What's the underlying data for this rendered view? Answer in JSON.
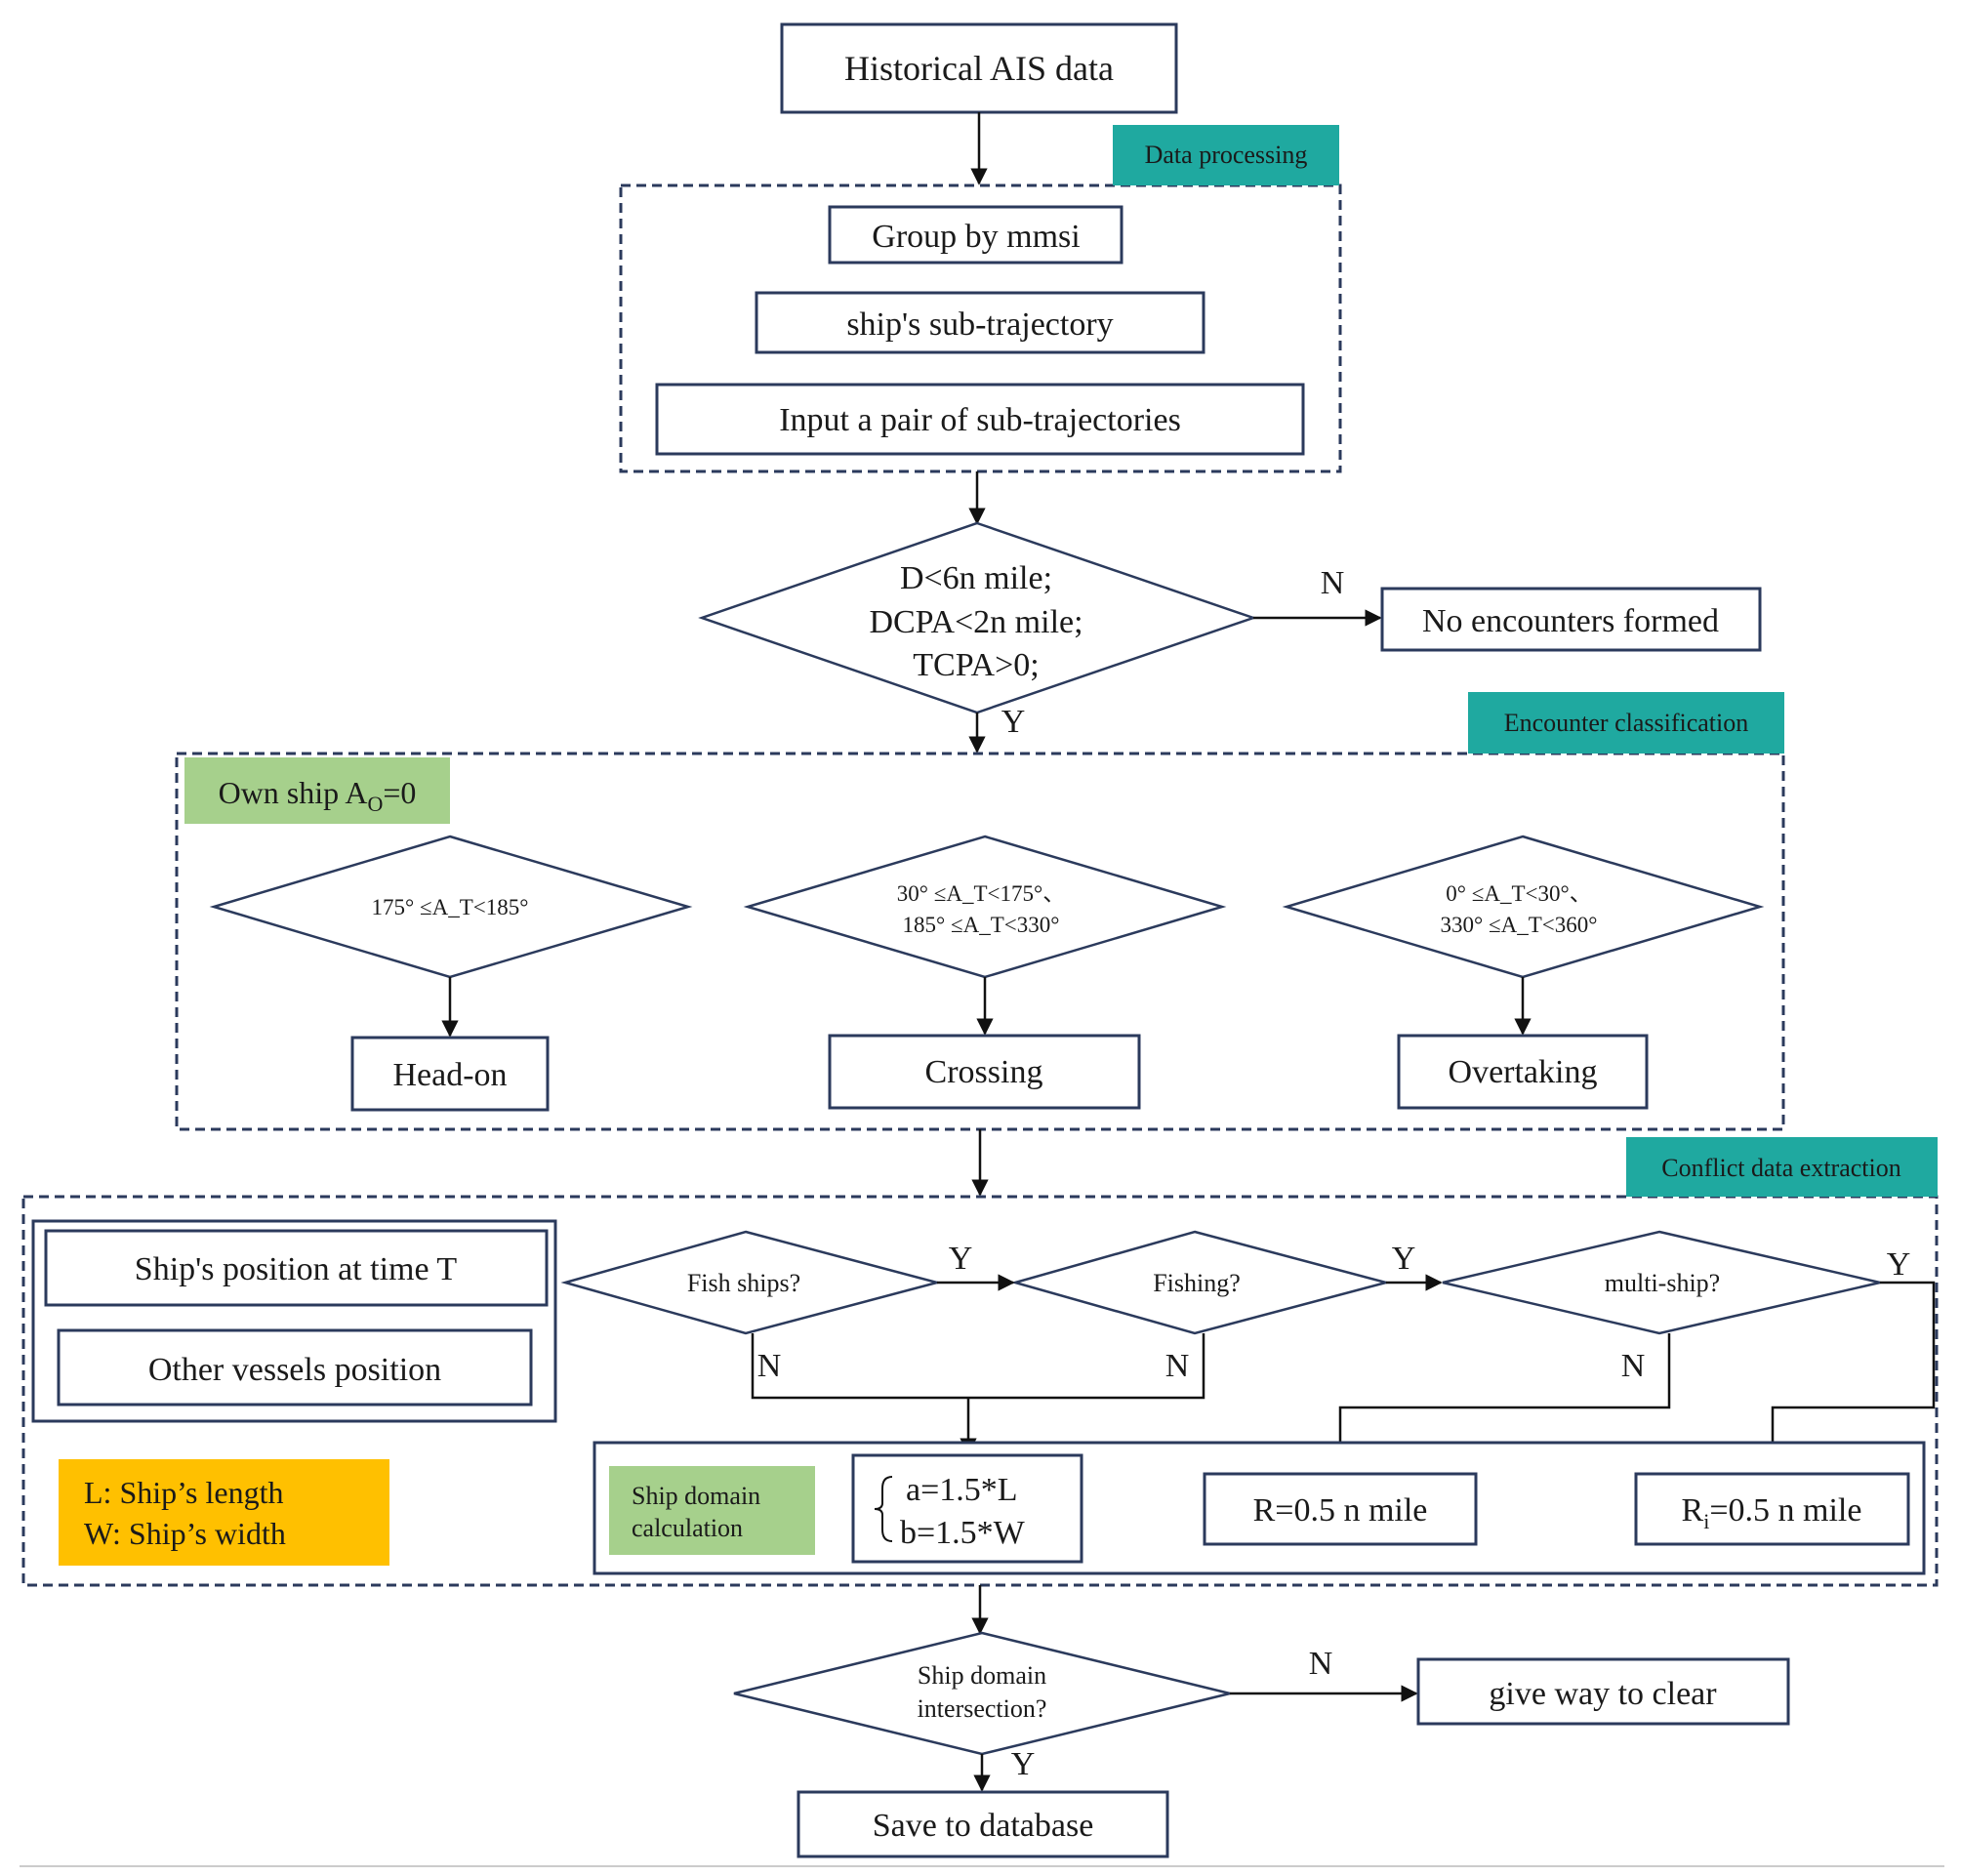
{
  "colors": {
    "teal": "#1fa9a0",
    "green": "#a6d08c",
    "amber": "#ffc000",
    "stroke": "#2b3a5c"
  },
  "nodes": {
    "historical_ais": "Historical AIS data",
    "group_by_mmsi": "Group by mmsi",
    "sub_trajectory": "ship's sub-trajectory",
    "input_pair": "Input a pair of sub-trajectories",
    "encounter_check": [
      "D<6n mile;",
      "DCPA<2n mile;",
      "TCPA>0;"
    ],
    "no_encounters": "No encounters formed",
    "own_ship": "Own ship A",
    "own_ship_sub": "O",
    "own_ship_val": "=0",
    "cond_headon": "175°  ≤A_T<185°",
    "cond_crossing": [
      "30°  ≤A_T<175°、",
      "185°  ≤A_T<330°"
    ],
    "cond_overtaking": [
      "0°  ≤A_T<30°、",
      "330°  ≤A_T<360°"
    ],
    "head_on": "Head-on",
    "crossing": "Crossing",
    "overtaking": "Overtaking",
    "ship_position": "Ship's position at time T",
    "other_vessels": "Other vessels position",
    "legend": [
      "L: Ship’s length",
      "W: Ship’s width"
    ],
    "fish_ships": "Fish ships?",
    "fishing": "Fishing?",
    "multi_ship": "multi-ship?",
    "ship_domain_calc": [
      "Ship domain",
      "calculation"
    ],
    "formula": [
      "a=1.5*L",
      "b=1.5*W"
    ],
    "r_single": "R=0.5 n mile",
    "r_multi_prefix": "R",
    "r_multi_sub": "i",
    "r_multi_suffix": "=0.5 n mile",
    "domain_intersection": [
      "Ship domain",
      "intersection?"
    ],
    "give_way": "give way to clear",
    "save_db": "Save to database"
  },
  "sections": {
    "data_processing": "Data processing",
    "encounter_classification": "Encounter classification",
    "conflict_extraction": "Conflict data extraction"
  },
  "labels": {
    "yes": "Y",
    "no": "N"
  }
}
